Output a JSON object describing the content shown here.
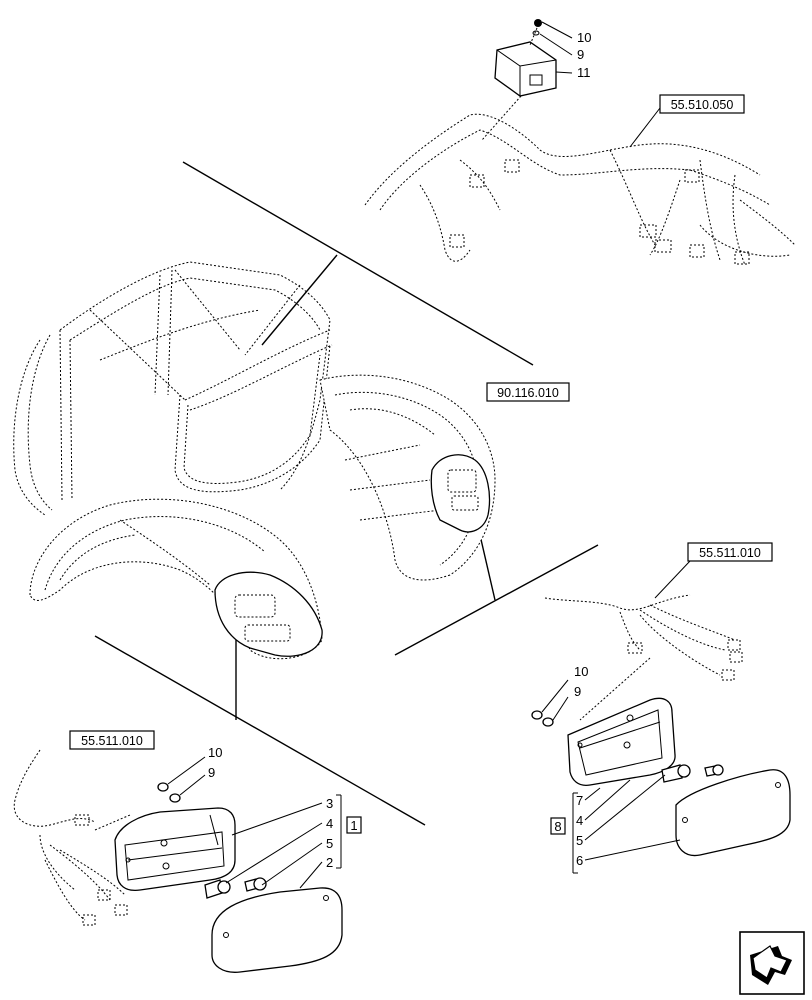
{
  "references": {
    "main_harness": "55.510.050",
    "fender_ref": "90.116.010",
    "right_harness": "55.511.010",
    "left_harness": "55.511.010"
  },
  "top_callouts": [
    "10",
    "9",
    "11"
  ],
  "right_callouts": {
    "top": [
      "10",
      "9"
    ],
    "group_label": "8",
    "stack": [
      "7",
      "4",
      "5",
      "6"
    ]
  },
  "left_callouts": {
    "top": [
      "10",
      "9"
    ],
    "group_label": "1",
    "stack": [
      "3",
      "4",
      "5",
      "2"
    ]
  },
  "nav_icon": "navigation-arrow-icon"
}
